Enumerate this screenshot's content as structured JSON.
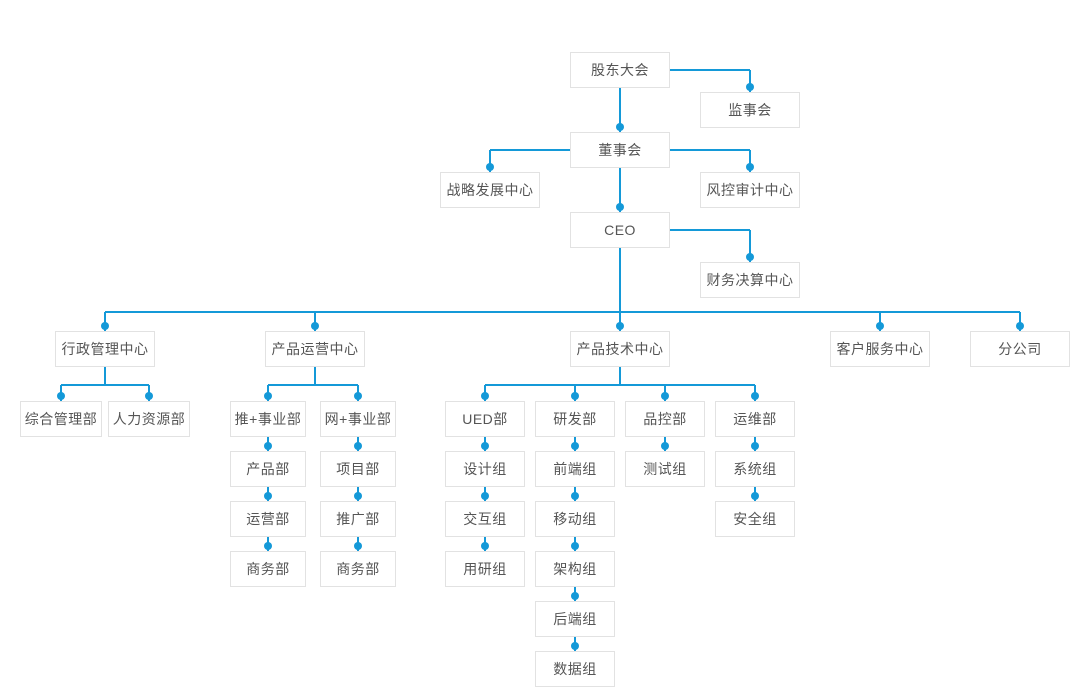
{
  "chart": {
    "type": "org-chart",
    "accent_color": "#1499D8",
    "box_border_color": "#e2e2e2",
    "box_fill_color": "#ffffff",
    "text_color": "#555555",
    "background_color": "#ffffff",
    "nodes": [
      {
        "id": "gudong",
        "label": "股东大会",
        "parent": null
      },
      {
        "id": "jianshihui",
        "label": "监事会",
        "parent": "gudong"
      },
      {
        "id": "dongshihui",
        "label": "董事会",
        "parent": "gudong"
      },
      {
        "id": "zhanlue",
        "label": "战略发展中心",
        "parent": "dongshihui"
      },
      {
        "id": "fengkong",
        "label": "风控审计中心",
        "parent": "dongshihui"
      },
      {
        "id": "ceo",
        "label": "CEO",
        "parent": "dongshihui"
      },
      {
        "id": "caiwu",
        "label": "财务决算中心",
        "parent": "ceo"
      },
      {
        "id": "xingzheng",
        "label": "行政管理中心",
        "parent": "ceo"
      },
      {
        "id": "chanpinyunying",
        "label": "产品运营中心",
        "parent": "ceo"
      },
      {
        "id": "chanpinjishu",
        "label": "产品技术中心",
        "parent": "ceo"
      },
      {
        "id": "kehu",
        "label": "客户服务中心",
        "parent": "ceo"
      },
      {
        "id": "fengongsi",
        "label": "分公司",
        "parent": "ceo"
      },
      {
        "id": "zonghe",
        "label": "综合管理部",
        "parent": "xingzheng"
      },
      {
        "id": "renli",
        "label": "人力资源部",
        "parent": "xingzheng"
      },
      {
        "id": "tui",
        "label": "推+事业部",
        "parent": "chanpinyunying"
      },
      {
        "id": "wang",
        "label": "网+事业部",
        "parent": "chanpinyunying"
      },
      {
        "id": "chanpinbu",
        "label": "产品部",
        "parent": "tui"
      },
      {
        "id": "yunyingbu",
        "label": "运营部",
        "parent": "chanpinbu"
      },
      {
        "id": "shangwubu1",
        "label": "商务部",
        "parent": "yunyingbu"
      },
      {
        "id": "xiangmubu",
        "label": "项目部",
        "parent": "wang"
      },
      {
        "id": "tuiguangbu",
        "label": "推广部",
        "parent": "xiangmubu"
      },
      {
        "id": "shangwubu2",
        "label": "商务部",
        "parent": "tuiguangbu"
      },
      {
        "id": "ued",
        "label": "UED部",
        "parent": "chanpinjishu"
      },
      {
        "id": "sheji",
        "label": "设计组",
        "parent": "ued"
      },
      {
        "id": "jiaohu",
        "label": "交互组",
        "parent": "sheji"
      },
      {
        "id": "yongyan",
        "label": "用研组",
        "parent": "jiaohu"
      },
      {
        "id": "yanfa",
        "label": "研发部",
        "parent": "chanpinjishu"
      },
      {
        "id": "qianduan",
        "label": "前端组",
        "parent": "yanfa"
      },
      {
        "id": "yidong",
        "label": "移动组",
        "parent": "qianduan"
      },
      {
        "id": "jiagou",
        "label": "架构组",
        "parent": "yidong"
      },
      {
        "id": "houduan",
        "label": "后端组",
        "parent": "jiagou"
      },
      {
        "id": "shuju",
        "label": "数据组",
        "parent": "houduan"
      },
      {
        "id": "pinkong",
        "label": "品控部",
        "parent": "chanpinjishu"
      },
      {
        "id": "ceshi",
        "label": "测试组",
        "parent": "pinkong"
      },
      {
        "id": "yunwei",
        "label": "运维部",
        "parent": "chanpinjishu"
      },
      {
        "id": "xitong",
        "label": "系统组",
        "parent": "yunwei"
      },
      {
        "id": "anquan",
        "label": "安全组",
        "parent": "xitong"
      }
    ]
  }
}
